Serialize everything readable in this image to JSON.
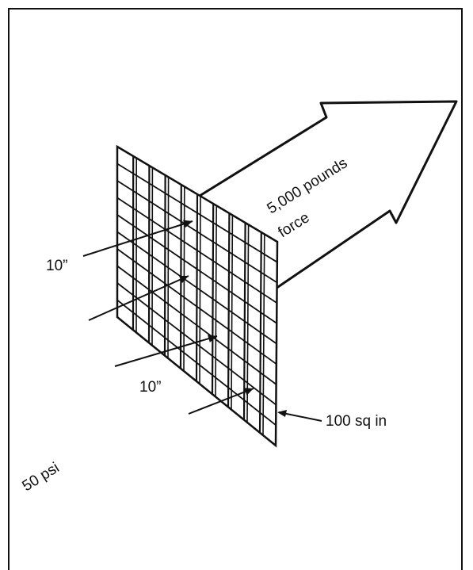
{
  "figure": {
    "force_label_line1": "5,000 pounds",
    "force_label_line2": "force",
    "side_label_vertical": "10”",
    "side_label_horizontal": "10”",
    "area_label": "100 sq in",
    "pressure_label": "50 psi"
  },
  "colors": {
    "ink": "#111111",
    "background": "#ffffff"
  }
}
